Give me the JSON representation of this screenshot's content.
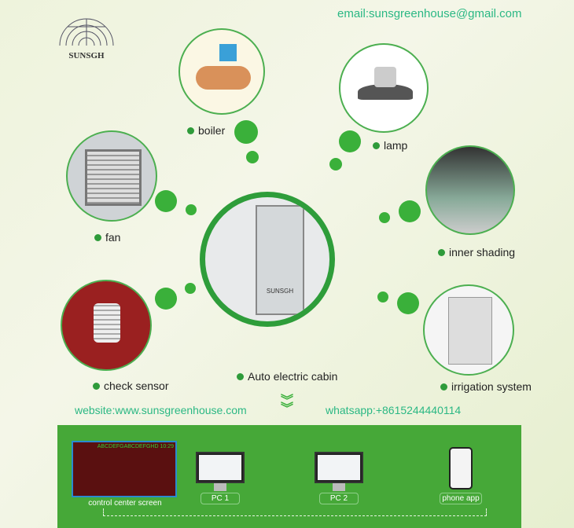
{
  "header": {
    "email": "email:sunsgreenhouse@gmail.com",
    "logo_text": "SUNSGH"
  },
  "items": [
    {
      "label": "boiler",
      "icon": "boiler-image"
    },
    {
      "label": "lamp",
      "icon": "lamp-image"
    },
    {
      "label": "fan",
      "icon": "fan-image"
    },
    {
      "label": "inner shading",
      "icon": "shading-image"
    },
    {
      "label": "check sensor",
      "icon": "sensor-image"
    },
    {
      "label": "irrigation system",
      "icon": "irrigation-image"
    }
  ],
  "center": {
    "label": "Auto electric cabin",
    "cabinet_text": "SUNSGH"
  },
  "footer": {
    "website": "website:www.sunsgreenhouse.com",
    "whatsapp": "whatsapp:+8615244440114"
  },
  "devices": [
    {
      "label": "control center screen",
      "screen_header": "ABCDEFGABCDEFGHD 10:29"
    },
    {
      "label": "PC 1"
    },
    {
      "label": "PC 2"
    },
    {
      "label": "phone  app"
    }
  ],
  "colors": {
    "accent": "#46a838",
    "text_green": "#2bb884"
  }
}
